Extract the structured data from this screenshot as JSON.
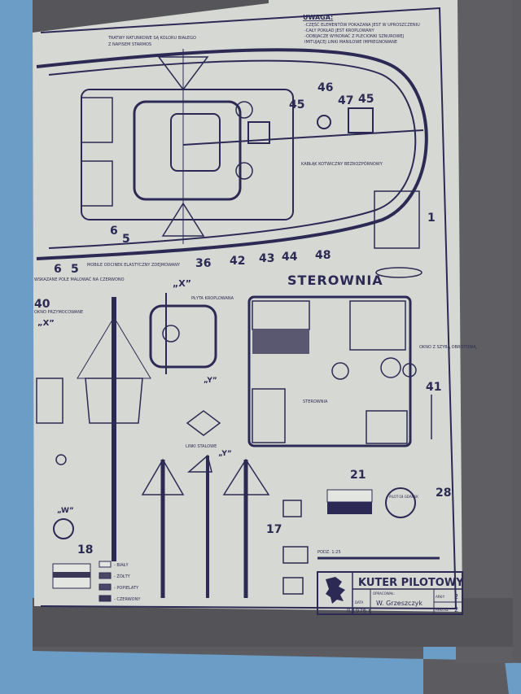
{
  "notes": {
    "heading": "UWAGA:",
    "lines": [
      "-CZĘŚĆ ELEMENTÓW POKAZANA JEST W UPROSZCZENIU",
      "-CAŁY POKŁAD JEST KROPLOWANY",
      "-ODBIJACZE WYKONAĆ Z PLECIONKI SZNUROWEJ",
      "IMITUJĄCEJ LINKI MANILOWE IMPREGNOWANE"
    ]
  },
  "deck_plan": {
    "callouts": [
      "46",
      "47",
      "45",
      "45",
      "1",
      "6",
      "5",
      "6",
      "5",
      "36",
      "42",
      "43",
      "44",
      "48"
    ],
    "annotations": {
      "slats": "TRATWY RATUNKOWE SĄ KOLORU BIAŁEGO",
      "slats2": "Z NAPISEM STARMOS",
      "anchor": "KABŁĄK KOTWICZNY BEZROZPÓRNOWY",
      "fender": "MOBILE ODCINEK ELASTYCZNY ZDEJMOWANY",
      "field": "WSKAZANE POLE MALOWAĆ NA CZERWONO"
    }
  },
  "detail_x": {
    "label": "„X”",
    "note": "PŁYTA KROPLOWANA"
  },
  "mast": {
    "number": "40",
    "note": "OKNO PRZYMOCOWANE",
    "x_label": "„X”"
  },
  "wheelhouse": {
    "title": "STEROWNIA",
    "inner_label": "STEROWNIA",
    "window_note": "OKNO Z SZYBĄ OBROTOWĄ",
    "number": "41"
  },
  "details": {
    "y_label": "„Y”",
    "y2_label": "„Y”",
    "w_label": "„W”",
    "steel_lines": "LINKI STALOWE",
    "n17": "17",
    "n21": "21",
    "n28": "28",
    "lifebuoy": "PILOT-18 GDANSK",
    "scale": "PODZ. 1:25"
  },
  "legend": {
    "number": "18",
    "items": [
      {
        "label": "- BIAŁY",
        "color": "#e3e5e0"
      },
      {
        "label": "- ŻÓŁTY",
        "color": "#4a4866"
      },
      {
        "label": "- POPIELATY",
        "color": "#4a4866"
      },
      {
        "label": "- CZERWONY",
        "color": "#3a3856"
      }
    ]
  },
  "title_block": {
    "title": "KUTER PILOTOWY",
    "prepared_label": "OPRACOWAŁ:",
    "author": "W. Grzeszczyk",
    "date_label": "DATA",
    "date": "II.1976 r.",
    "sheets_label": "ARK-Y",
    "sheets": "2",
    "sheet_label": "ARKUSZ",
    "sheet": "2"
  }
}
